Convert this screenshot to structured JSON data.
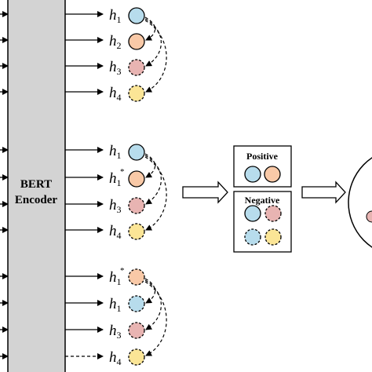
{
  "encoder": {
    "line1": "BERT",
    "line2": "Encoder"
  },
  "group1": [
    {
      "var": "h",
      "sub": "1",
      "sup": ""
    },
    {
      "var": "h",
      "sub": "2",
      "sup": ""
    },
    {
      "var": "h",
      "sub": "3",
      "sup": ""
    },
    {
      "var": "h",
      "sub": "4",
      "sup": ""
    }
  ],
  "group2": [
    {
      "var": "h",
      "sub": "1",
      "sup": ""
    },
    {
      "var": "h",
      "sub": "1",
      "sup": "*"
    },
    {
      "var": "h",
      "sub": "3",
      "sup": ""
    },
    {
      "var": "h",
      "sub": "4",
      "sup": ""
    }
  ],
  "group3": [
    {
      "var": "h",
      "sub": "1",
      "sup": "*"
    },
    {
      "var": "h",
      "sub": "1",
      "sup": ""
    },
    {
      "var": "h",
      "sub": "3",
      "sup": ""
    },
    {
      "var": "h",
      "sub": "4",
      "sup": ""
    }
  ],
  "positive_box": {
    "title": "Positive"
  },
  "negative_box": {
    "title": "Negative"
  },
  "colors": {
    "blue": "#b7dcec",
    "orange": "#f9c9a7",
    "pink": "#e8b4b2",
    "yellow": "#fbe596",
    "encoder_fill": "#d3d3d3",
    "stroke": "#000000"
  }
}
